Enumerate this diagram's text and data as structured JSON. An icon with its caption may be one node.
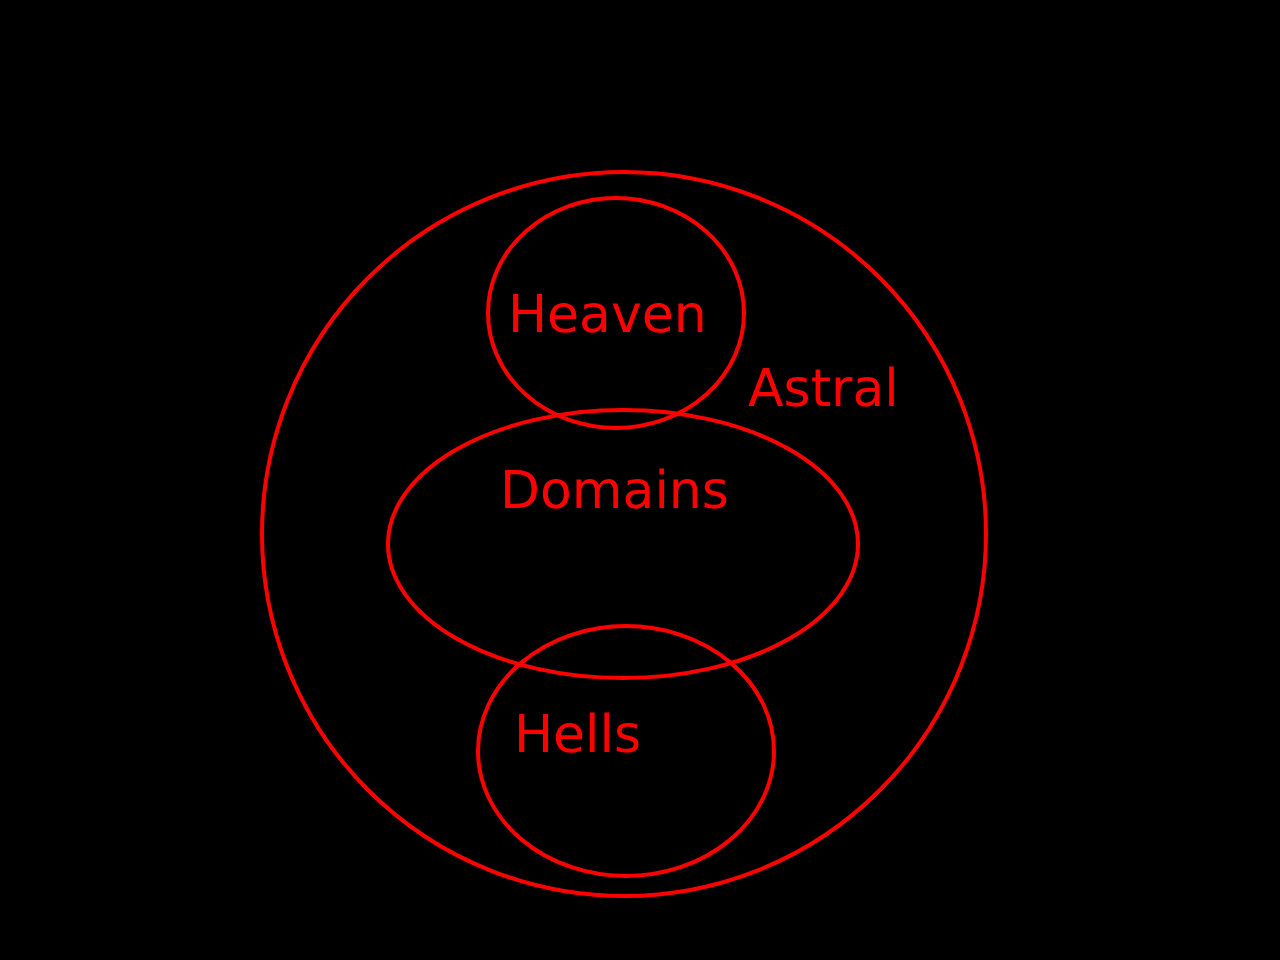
{
  "diagram": {
    "nodes": [
      {
        "text": [
          "Astral"
        ]
      },
      {
        "text": [
          "Heaven"
        ],
        "in": 0
      },
      {
        "text": [
          "Domains"
        ],
        "in": 0
      },
      {
        "text": [
          "Hells"
        ],
        "in": 0
      }
    ]
  }
}
